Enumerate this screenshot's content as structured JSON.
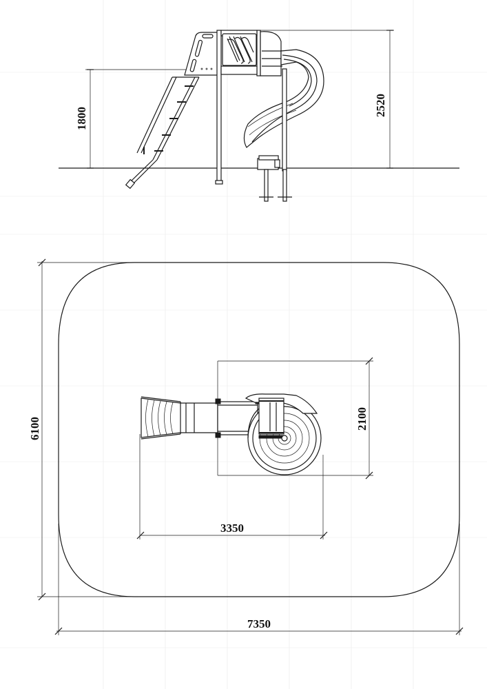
{
  "dimensions": {
    "elevation_platform_height": "1800",
    "elevation_total_height": "2520",
    "plan_area_depth": "6100",
    "plan_equipment_depth": "2100",
    "plan_equipment_length": "3350",
    "plan_area_length": "7350"
  },
  "colors": {
    "line": "#1a1a1a",
    "grid": "#e9e9e9",
    "background": "#ffffff"
  }
}
